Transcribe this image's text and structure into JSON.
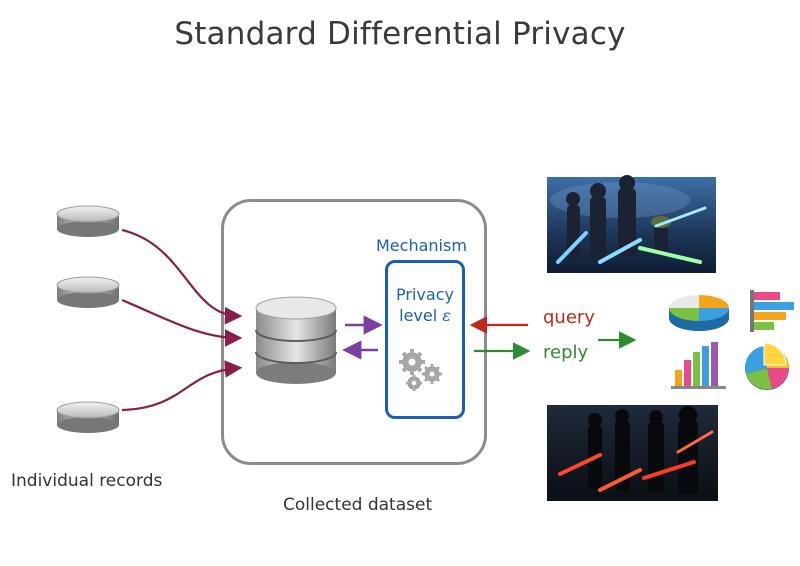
{
  "title": "Standard Differential Privacy",
  "labels": {
    "individual_records": "Individual records",
    "collected_dataset": "Collected dataset",
    "mechanism": "Mechanism",
    "privacy_line1": "Privacy",
    "privacy_line2": "level",
    "epsilon": "ε",
    "query": "query",
    "reply": "reply"
  },
  "colors": {
    "record_arrows": "#8b1d4a",
    "dataset_mechanism_arrows": "#7a3fa0",
    "mechanism": "#1a5fb4",
    "query": "#c0281e",
    "reply": "#2e8b2e",
    "dataset_border": "#8c8c8c"
  },
  "icons": {
    "records": "disk-icon",
    "database": "database-icon",
    "mechanism": "gears-icon",
    "results": [
      "pie-chart-icon",
      "horizontal-bar-chart-icon",
      "vertical-bar-chart-icon",
      "pie-chart-icon"
    ]
  },
  "images": [
    "jedi-group-image",
    "sith-group-image"
  ]
}
